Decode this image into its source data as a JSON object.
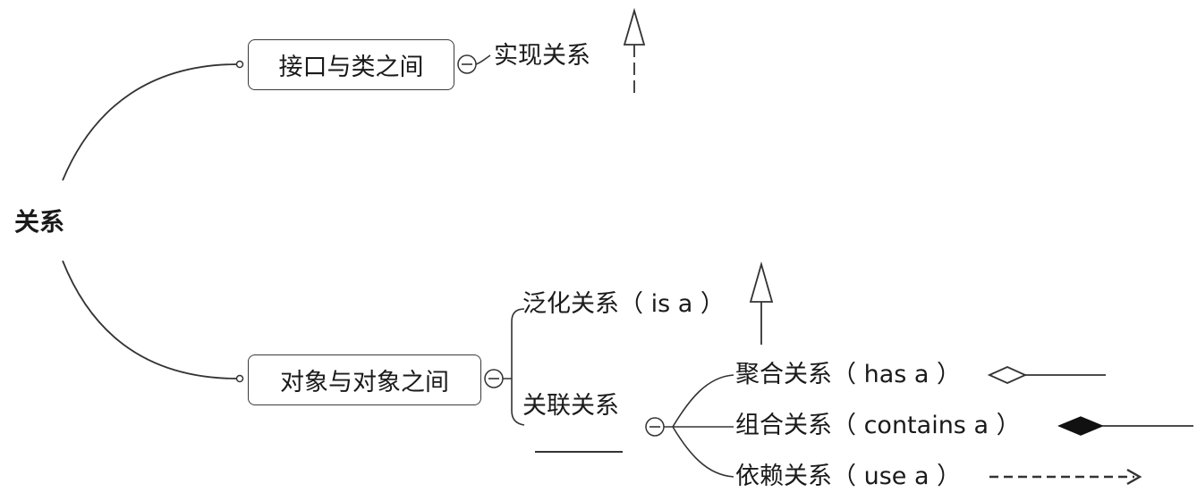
{
  "root": {
    "label": "关系"
  },
  "branches": [
    {
      "label": "接口与类之间",
      "children": [
        {
          "label": "实现关系",
          "symbol": "dashed-hollow-triangle-arrow"
        }
      ]
    },
    {
      "label": "对象与对象之间",
      "children": [
        {
          "label": "泛化关系（ is a ）",
          "symbol": "solid-hollow-triangle-arrow"
        },
        {
          "label": "关联关系",
          "symbol": "plain-line",
          "children": [
            {
              "label": "聚合关系（ has a ）",
              "symbol": "hollow-diamond-line"
            },
            {
              "label": "组合关系（ contains a ）",
              "symbol": "filled-diamond-line"
            },
            {
              "label": "依赖关系（ use a ）",
              "symbol": "dashed-open-arrow"
            }
          ]
        }
      ]
    }
  ],
  "colors": {
    "line": "#333333",
    "text": "#1a1a1a",
    "background": "#ffffff"
  }
}
